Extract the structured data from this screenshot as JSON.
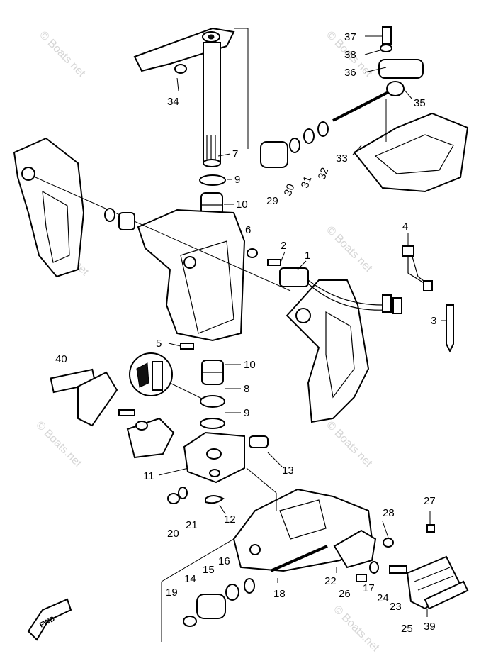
{
  "watermark": "© Boats.net",
  "fwd_label": "FWD",
  "labels": {
    "p1": "1",
    "p2": "2",
    "p3": "3",
    "p4": "4",
    "p5": "5",
    "p6": "6",
    "p7": "7",
    "p8": "8",
    "p9a": "9",
    "p9b": "9",
    "p10a": "10",
    "p10b": "10",
    "p11": "11",
    "p12": "12",
    "p13": "13",
    "p14": "14",
    "p15": "15",
    "p16": "16",
    "p17": "17",
    "p18": "18",
    "p19": "19",
    "p20": "20",
    "p21": "21",
    "p22": "22",
    "p23": "23",
    "p24": "24",
    "p25": "25",
    "p26": "26",
    "p27": "27",
    "p28": "28",
    "p29": "29",
    "p30": "30",
    "p31": "31",
    "p32": "32",
    "p33": "33",
    "p34": "34",
    "p35": "35",
    "p36": "36",
    "p37": "37",
    "p38": "38",
    "p39": "39",
    "p40": "40"
  }
}
